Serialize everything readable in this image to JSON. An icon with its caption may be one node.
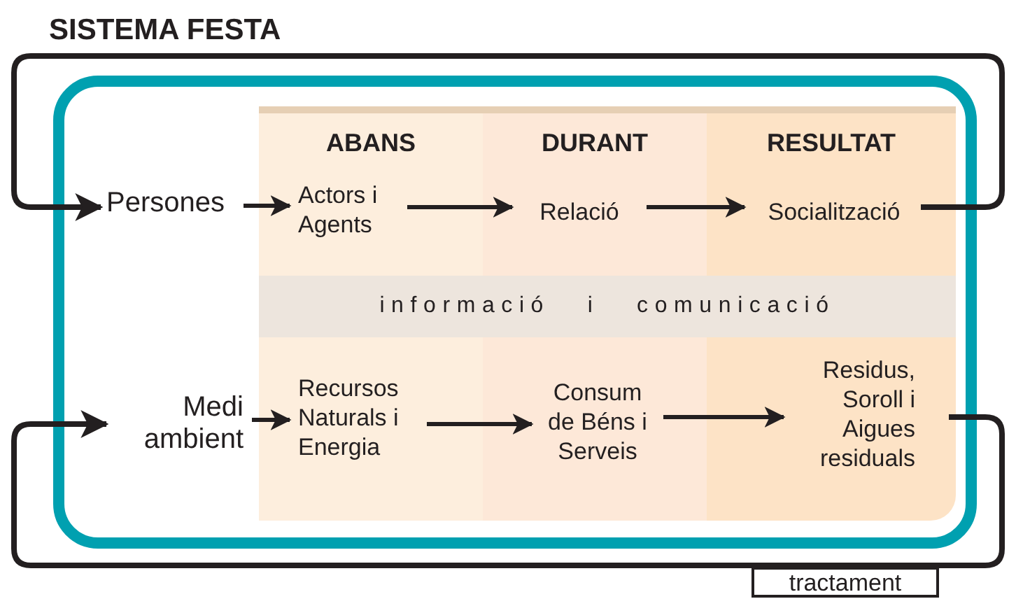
{
  "diagram": {
    "title": "SISTEMA FESTA",
    "nodes": [
      {
        "text": [
          "Persones"
        ]
      },
      {
        "text": [
          "Medi ambient"
        ]
      },
      {
        "text": [
          "ABANS"
        ]
      },
      {
        "text": [
          "DURANT"
        ]
      },
      {
        "text": [
          "RESULTAT"
        ]
      },
      {
        "text": [
          "Actors i Agents"
        ],
        "in": 2
      },
      {
        "text": [
          "Relació"
        ],
        "in": 3
      },
      {
        "text": [
          "Socialització"
        ],
        "in": 4
      },
      {
        "text": [
          "Recursos Naturals i Energia"
        ]
      },
      {
        "text": [
          "Consum de Béns i Serveis"
        ]
      },
      {
        "text": [
          "Residus, Soroll i Aigues residuals"
        ]
      },
      {
        "text": [
          "informació i comunicació"
        ]
      },
      {
        "text": [
          "tractament"
        ]
      }
    ],
    "edges": [
      {
        "from": 0,
        "to": 5,
        "arrow": "to"
      },
      {
        "from": 5,
        "to": 6,
        "arrow": "to"
      },
      {
        "from": 6,
        "to": 7,
        "arrow": "to"
      },
      {
        "from": 1,
        "to": 8,
        "arrow": "to"
      },
      {
        "from": 8,
        "to": 9,
        "arrow": "to"
      },
      {
        "from": 9,
        "to": 10,
        "arrow": "to"
      },
      {
        "from": 7,
        "to": 0,
        "arrow": "to"
      },
      {
        "from": 10,
        "to": 1,
        "arrow": "to"
      }
    ]
  }
}
